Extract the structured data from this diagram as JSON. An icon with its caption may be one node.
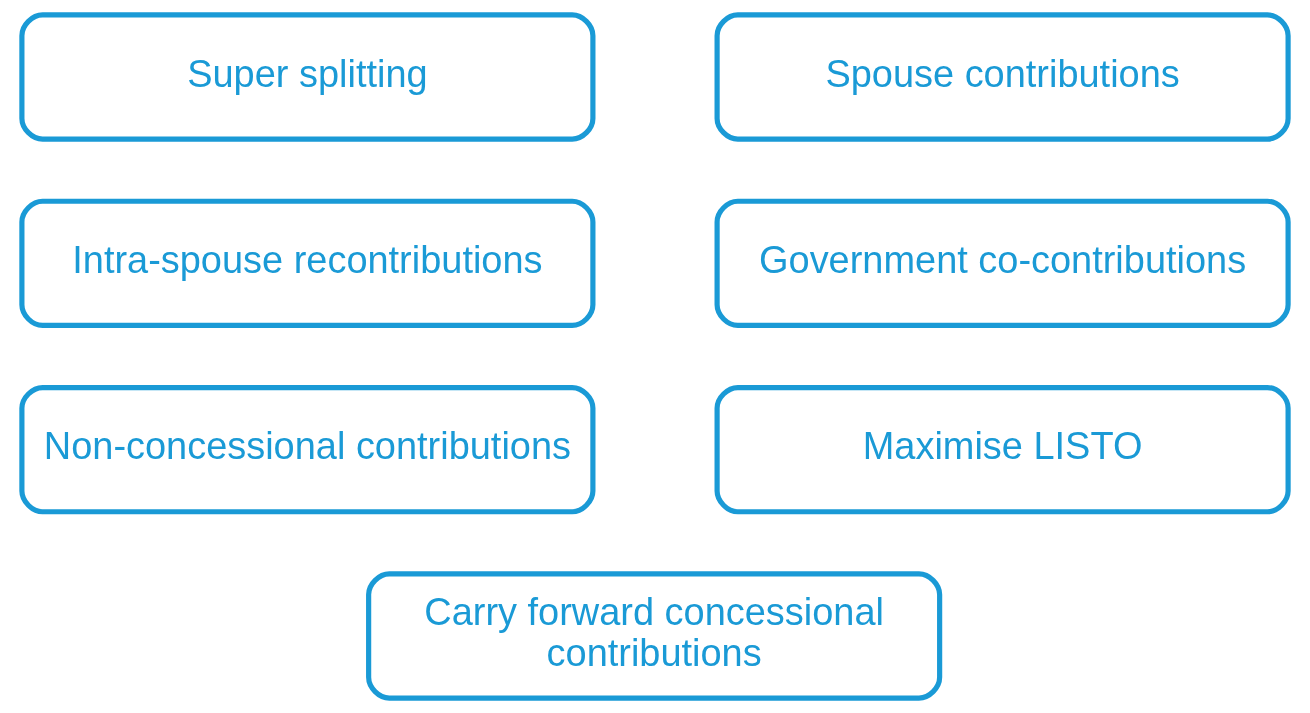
{
  "diagram": {
    "nodes": [
      {
        "text": [
          "Super splitting"
        ]
      },
      {
        "text": [
          "Spouse contributions"
        ]
      },
      {
        "text": [
          "Intra-spouse recontributions"
        ]
      },
      {
        "text": [
          "Government co-contributions"
        ]
      },
      {
        "text": [
          "Non-concessional contributions"
        ]
      },
      {
        "text": [
          "Maximise LISTO"
        ]
      },
      {
        "text": [
          "Carry forward concessional contributions"
        ]
      }
    ]
  }
}
